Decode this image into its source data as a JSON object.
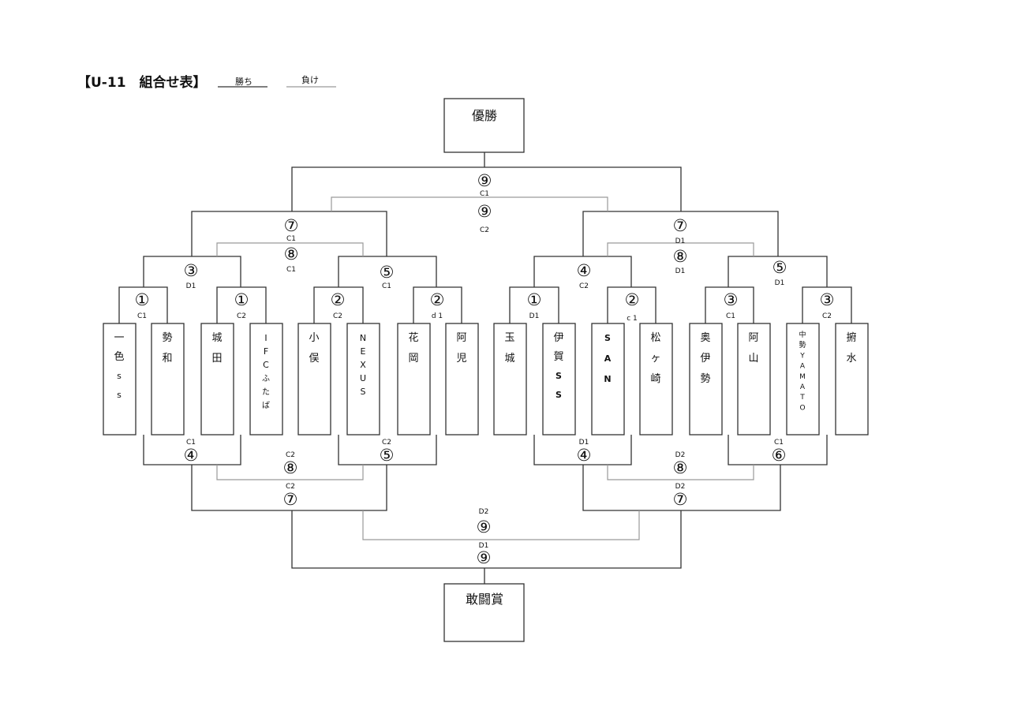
{
  "header": {
    "title": "【U-11　組合せ表】",
    "legend_win": "勝ち",
    "legend_lose": "負け"
  },
  "boxes": {
    "champion": "優勝",
    "fighting_spirit": "敢闘賞"
  },
  "teams": [
    {
      "lines": [
        "一",
        "色",
        "s",
        "s"
      ]
    },
    {
      "lines": [
        "勢",
        "和"
      ]
    },
    {
      "lines": [
        "城",
        "田"
      ]
    },
    {
      "lines": [
        "I",
        "F",
        "C",
        "ふ",
        "た",
        "ば"
      ]
    },
    {
      "lines": [
        "小",
        "俣"
      ]
    },
    {
      "lines": [
        "N",
        "E",
        "X",
        "U",
        "S"
      ]
    },
    {
      "lines": [
        "花",
        "岡"
      ]
    },
    {
      "lines": [
        "阿",
        "児"
      ]
    },
    {
      "lines": [
        "玉",
        "城"
      ]
    },
    {
      "lines": [
        "伊",
        "賀",
        "S",
        "S"
      ]
    },
    {
      "lines": [
        "S",
        "A",
        "N"
      ]
    },
    {
      "lines": [
        "松",
        "ヶ",
        "崎"
      ]
    },
    {
      "lines": [
        "奥",
        "伊",
        "勢"
      ]
    },
    {
      "lines": [
        "阿",
        "山"
      ]
    },
    {
      "lines": [
        "中",
        "勢",
        "Y",
        "A",
        "M",
        "A",
        "T",
        "O"
      ]
    },
    {
      "lines": [
        "捬",
        "水"
      ]
    }
  ],
  "matches": [
    {
      "id": "r1-1",
      "num": "①",
      "court": "C1"
    },
    {
      "id": "r1-2",
      "num": "①",
      "court": "C2"
    },
    {
      "id": "r1-3",
      "num": "②",
      "court": "C2"
    },
    {
      "id": "r1-4",
      "num": "②",
      "court": "d 1"
    },
    {
      "id": "r1-5",
      "num": "①",
      "court": "D1"
    },
    {
      "id": "r1-6",
      "num": "②",
      "court": "c 1"
    },
    {
      "id": "r1-7",
      "num": "③",
      "court": "C1"
    },
    {
      "id": "r1-8",
      "num": "③",
      "court": "C2"
    },
    {
      "id": "w2-1",
      "num": "③",
      "court": "D1"
    },
    {
      "id": "w2-2",
      "num": "⑤",
      "court": "C1"
    },
    {
      "id": "w2-3",
      "num": "④",
      "court": "C2"
    },
    {
      "id": "w2-4",
      "num": "⑤",
      "court": "D1"
    },
    {
      "id": "l2-1",
      "num": "④",
      "court": "C1"
    },
    {
      "id": "l2-2",
      "num": "⑤",
      "court": "C2"
    },
    {
      "id": "l2-3",
      "num": "④",
      "court": "D1"
    },
    {
      "id": "l2-4",
      "num": "⑥",
      "court": "C1"
    },
    {
      "id": "w3-l",
      "num": "⑦",
      "court": "C1"
    },
    {
      "id": "w3-r",
      "num": "⑦",
      "court": "D1"
    },
    {
      "id": "w3l-l",
      "num": "⑧",
      "court": "C1"
    },
    {
      "id": "w3l-r",
      "num": "⑧",
      "court": "D1"
    },
    {
      "id": "l3w-l",
      "num": "⑧",
      "court": "C2"
    },
    {
      "id": "l3w-r",
      "num": "⑧",
      "court": "D2"
    },
    {
      "id": "l3-l",
      "num": "⑦",
      "court": "C2"
    },
    {
      "id": "l3-r",
      "num": "⑦",
      "court": "D2"
    },
    {
      "id": "final",
      "num": "⑨",
      "court": "C1"
    },
    {
      "id": "third",
      "num": "⑨",
      "court": "C2"
    },
    {
      "id": "lfinal-l",
      "num": "⑨",
      "court": "D2"
    },
    {
      "id": "lfinal",
      "num": "⑨",
      "court": "D1"
    }
  ]
}
